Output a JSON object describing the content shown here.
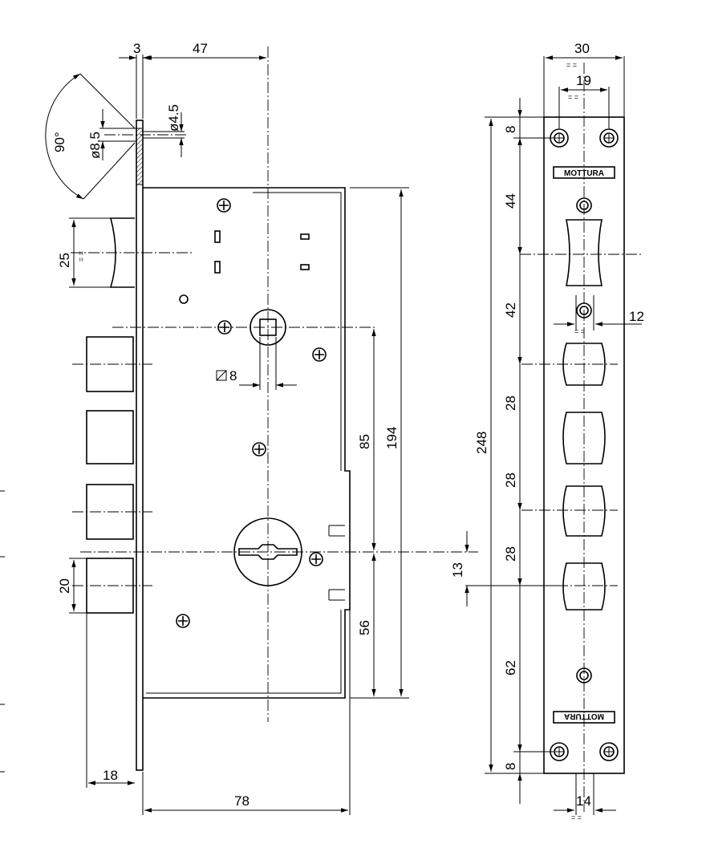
{
  "side_view": {
    "dim_faceplate": "3",
    "dim_backset": "47",
    "dim_hole_outer": "ø4.5",
    "dim_hole_inner": "ø8.5",
    "dim_angle": "90°",
    "dim_latch": "25",
    "dim_latch_eq": "= =",
    "dim_square": "8",
    "dim_85": "85",
    "dim_194": "194",
    "dim_13": "13",
    "dim_56": "56",
    "dim_bolt": "20",
    "dim_throw": "18",
    "dim_width": "78"
  },
  "front_view": {
    "brand_top": "MOTTURA",
    "brand_bottom": "MOTTURA",
    "dim_30": "30",
    "dim_19": "19",
    "dim_eq": "= =",
    "dim_12": "12",
    "dim_14": "14",
    "dim_248": "248",
    "dim_top_8": "8",
    "dim_44": "44",
    "dim_42": "42",
    "dim_28a": "28",
    "dim_28b": "28",
    "dim_28c": "28",
    "dim_62": "62",
    "dim_bottom_8": "8"
  }
}
